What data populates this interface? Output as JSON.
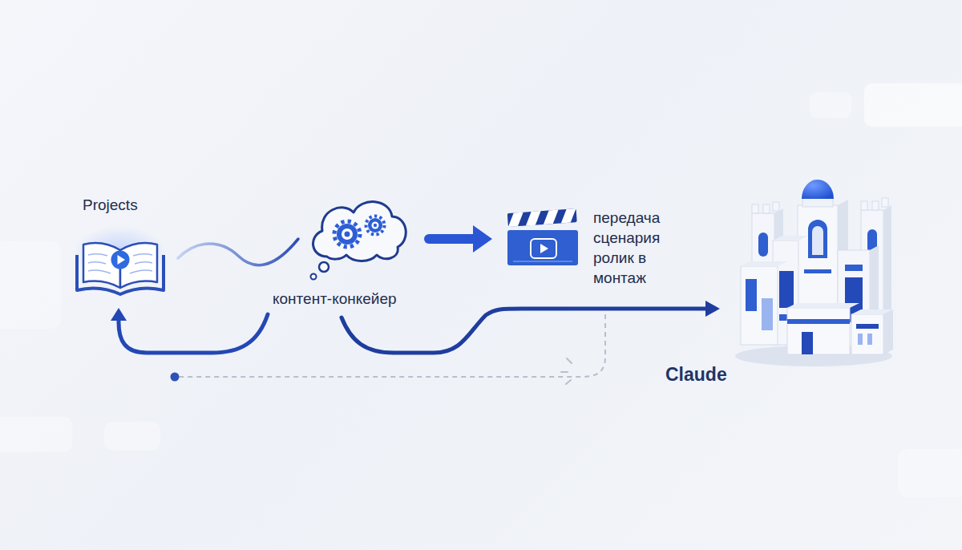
{
  "diagram": {
    "nodes": [
      {
        "text": [
          "Projects"
        ]
      },
      {
        "text": [
          "контент-конкейер"
        ]
      },
      {
        "text": [
          "передача сценария ролик в монтаж"
        ]
      },
      {
        "text": [
          "Claude"
        ]
      }
    ],
    "edges": [
      {
        "from": 0,
        "to": 1,
        "arrow": "none"
      },
      {
        "from": 1,
        "to": 2,
        "arrow": "to"
      },
      {
        "from": 1,
        "to": 0,
        "arrow": "to"
      },
      {
        "from": 1,
        "to": 3,
        "arrow": "to"
      }
    ]
  }
}
